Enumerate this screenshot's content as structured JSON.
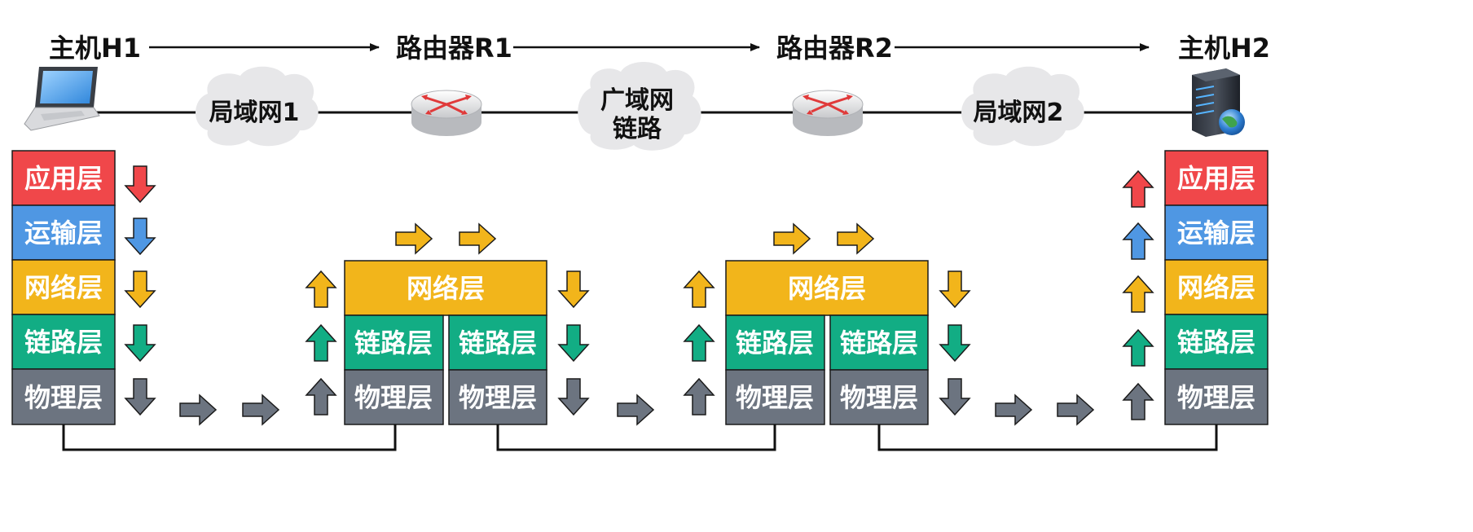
{
  "nodes": {
    "h1": "主机H1",
    "r1": "路由器R1",
    "r2": "路由器R2",
    "h2": "主机H2"
  },
  "clouds": {
    "lan1": "局域网1",
    "wan_line1": "广域网",
    "wan_line2": "链路",
    "lan2": "局域网2"
  },
  "layers": {
    "application": "应用层",
    "transport": "运输层",
    "network": "网络层",
    "link": "链路层",
    "physical": "物理层"
  },
  "colors": {
    "application": "#f0474a",
    "transport": "#4f97e3",
    "network": "#f2b51b",
    "link": "#12ad84",
    "physical": "#6c7480",
    "outline": "#1b1b1b",
    "cloud": "#e7e7e9"
  },
  "icons": {
    "h1": "laptop-icon",
    "r1": "router-icon",
    "r2": "router-icon",
    "h2": "server-globe-icon"
  }
}
